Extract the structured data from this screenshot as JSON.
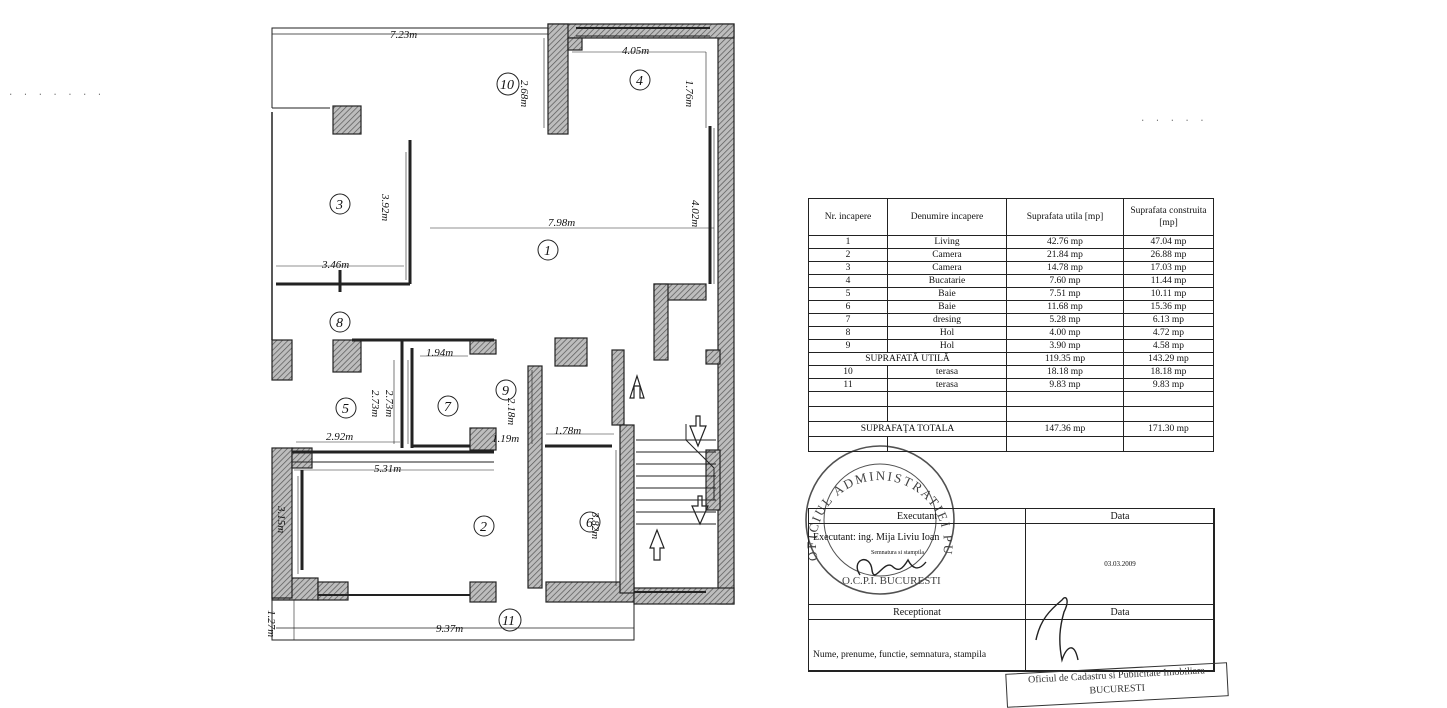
{
  "plan": {
    "dimensions": {
      "d_top": "7.23m",
      "d_room4_w": "4.05m",
      "d_room10_h": "2.68m",
      "d_room4_h": "1.76m",
      "d_room3_h": "3.92m",
      "d_living_w": "7.98m",
      "d_living_h": "4.02m",
      "d_room3_w": "3.46m",
      "d_room7_w": "1.94m",
      "d_room5_h": "2.73m",
      "d_room7_h": "2.73m",
      "d_room9_h": "2.18m",
      "d_room5_w": "2.92m",
      "d_room9_w": "1.19m",
      "d_room6_w": "1.78m",
      "d_room2_w": "5.31m",
      "d_room2_h": "3.15m",
      "d_room6_h": "3.82m",
      "d_room11_h": "1.27m",
      "d_room11_w": "9.37m"
    },
    "rooms": [
      "1",
      "2",
      "3",
      "4",
      "5",
      "6",
      "7",
      "8",
      "9",
      "10",
      "11"
    ]
  },
  "table": {
    "headers": [
      "Nr. incapere",
      "Denumire incapere",
      "Suprafata utila [mp]",
      "Suprafata construita [mp]"
    ],
    "rows": [
      [
        "1",
        "Living",
        "42.76 mp",
        "47.04 mp"
      ],
      [
        "2",
        "Camera",
        "21.84 mp",
        "26.88 mp"
      ],
      [
        "3",
        "Camera",
        "14.78 mp",
        "17.03 mp"
      ],
      [
        "4",
        "Bucatarie",
        "7.60 mp",
        "11.44 mp"
      ],
      [
        "5",
        "Baie",
        "7.51 mp",
        "10.11 mp"
      ],
      [
        "6",
        "Baie",
        "11.68 mp",
        "15.36 mp"
      ],
      [
        "7",
        "dresing",
        "5.28 mp",
        "6.13 mp"
      ],
      [
        "8",
        "Hol",
        "4.00 mp",
        "4.72 mp"
      ],
      [
        "9",
        "Hol",
        "3.90 mp",
        "4.58 mp"
      ]
    ],
    "subtotal": {
      "label": "SUPRAFATĂ UTILĂ",
      "utila": "119.35 mp",
      "construita": "143.29 mp"
    },
    "terrace_rows": [
      [
        "10",
        "terasa",
        "18.18 mp",
        "18.18 mp"
      ],
      [
        "11",
        "terasa",
        "9.83 mp",
        "9.83 mp"
      ]
    ],
    "total": {
      "label": "SUPRAFAŢA TOTALA",
      "utila": "147.36 mp",
      "construita": "171.30 mp"
    }
  },
  "signature_box": {
    "executant_header": "Executant",
    "data_header": "Data",
    "executant_name": "Executant: ing. Mija Liviu Ioan",
    "executant_sub": "Semnatura si stampila",
    "executant_date": "03.03.2009",
    "receptionat_header": "Receptionat",
    "receptionat_data_header": "Data",
    "receptionat_fields": "Nume, prenume, functie, semnatura, stampila"
  },
  "stamp": {
    "ring_text": "OFICIUL ADMINISTRATIEI PUBLICE",
    "inner_text": "O.C.P.I. BUCURESTI",
    "footer_line1": "Oficiul de Cadastru si Publicitate Imobiliara",
    "footer_line2": "BUCURESTI"
  }
}
